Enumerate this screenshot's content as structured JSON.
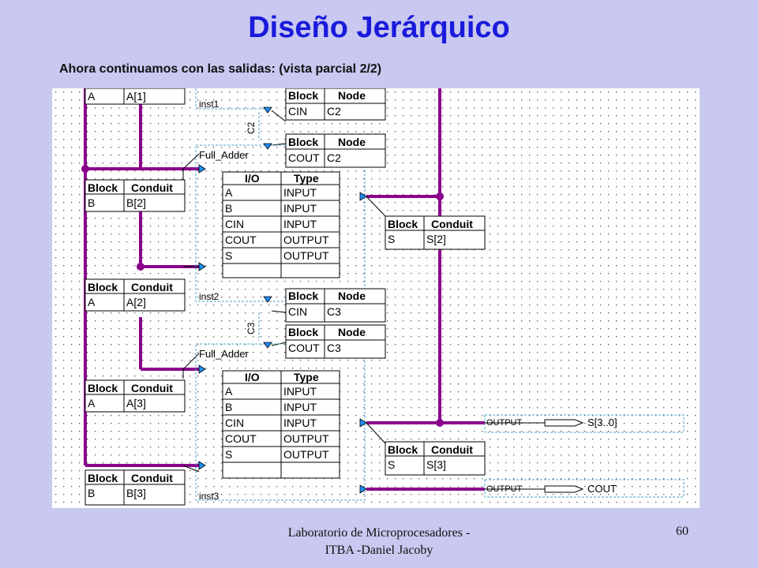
{
  "title": "Diseño Jerárquico",
  "subtitle": "Ahora continuamos con las salidas: (vista parcial 2/2)",
  "footer": {
    "line1": "Laboratorio de Microprocesadores -",
    "line2": "ITBA -Daniel Jacoby",
    "page": "60"
  },
  "colors": {
    "background": "#c8c8f0",
    "title": "#1a1adc",
    "wire": "#8b008b",
    "port": "#1e90ff",
    "dashed_outline": "#4aa3c8",
    "schematic_bg": "#ffffff"
  },
  "icons": {
    "port_right": "triangle-right-icon",
    "port_down": "triangle-down-icon",
    "output_pin": "arrow-pin-icon"
  },
  "headers": {
    "block": "Block",
    "conduit": "Conduit",
    "node": "Node",
    "io": "I/O",
    "type": "Type"
  },
  "pins": {
    "a1": {
      "block": "A",
      "value": "A[1]"
    },
    "b2": {
      "block": "B",
      "value": "B[2]"
    },
    "a2": {
      "block": "A",
      "value": "A[2]"
    },
    "a3": {
      "block": "A",
      "value": "A[3]"
    },
    "b3": {
      "block": "B",
      "value": "B[3]"
    },
    "s2": {
      "block": "S",
      "value": "S[2]"
    },
    "s3": {
      "block": "S",
      "value": "S[3]"
    }
  },
  "nodes": {
    "cin_c2": {
      "block": "CIN",
      "value": "C2"
    },
    "cout_c2": {
      "block": "COUT",
      "value": "C2"
    },
    "cin_c3": {
      "block": "CIN",
      "value": "C3"
    },
    "cout_c3": {
      "block": "COUT",
      "value": "C3"
    }
  },
  "instances": {
    "inst1": "inst1",
    "inst2": "inst2",
    "inst3": "inst3",
    "type2": "Full_Adder",
    "type3": "Full_Adder"
  },
  "wire_labels": {
    "c2": "C2",
    "c3": "C3"
  },
  "io_rows": [
    {
      "io": "A",
      "type": "INPUT"
    },
    {
      "io": "B",
      "type": "INPUT"
    },
    {
      "io": "CIN",
      "type": "INPUT"
    },
    {
      "io": "COUT",
      "type": "OUTPUT"
    },
    {
      "io": "S",
      "type": "OUTPUT"
    }
  ],
  "outputs": {
    "s": {
      "kind": "OUTPUT",
      "name": "S[3..0]"
    },
    "cout": {
      "kind": "OUTPUT",
      "name": "COUT"
    }
  }
}
